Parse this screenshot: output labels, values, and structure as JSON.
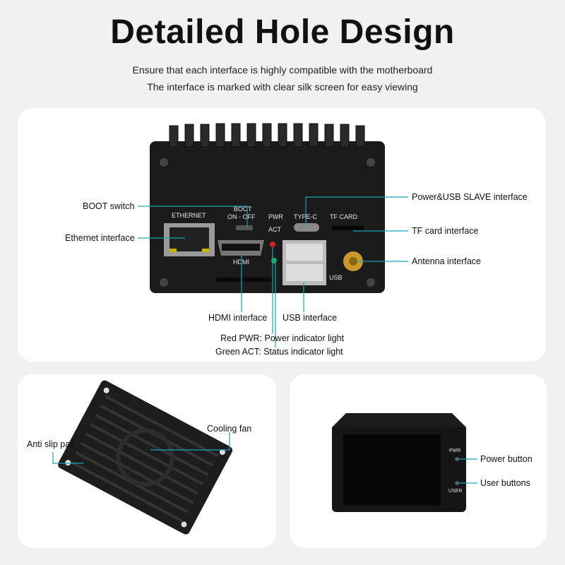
{
  "title": "Detailed Hole Design",
  "subtitle": [
    "Ensure that each interface is highly compatible with the motherboard",
    "The interface is marked with clear silk screen for easy viewing"
  ],
  "accent_color": "#1aa3b8",
  "front_panel": {
    "silkscreen": {
      "ethernet": "ETHERNET",
      "boot": "BOOT",
      "boot_onoff": "ON - OFF",
      "pwr": "PWR",
      "act": "ACT",
      "typec": "TYPE-C",
      "tfcard": "TF CARD",
      "hdmi": "HDMI",
      "usb": "USB"
    },
    "callouts": {
      "boot": "BOOT switch",
      "ethernet": "Ethernet interface",
      "power_usb": "Power&USB SLAVE interface",
      "tf": "TF card interface",
      "antenna": "Antenna interface",
      "hdmi": "HDMI interface",
      "usb": "USB interface",
      "red_pwr": "Red PWR: Power indicator light",
      "green_act": "Green ACT: Status indicator light"
    }
  },
  "bottom_view": {
    "callouts": {
      "anti_slip": "Anti slip pad",
      "fan": "Cooling fan"
    }
  },
  "screen_view": {
    "silkscreen": {
      "pwr": "PWR",
      "user": "USER"
    },
    "callouts": {
      "power_button": "Power button",
      "user_buttons": "User buttons"
    }
  }
}
